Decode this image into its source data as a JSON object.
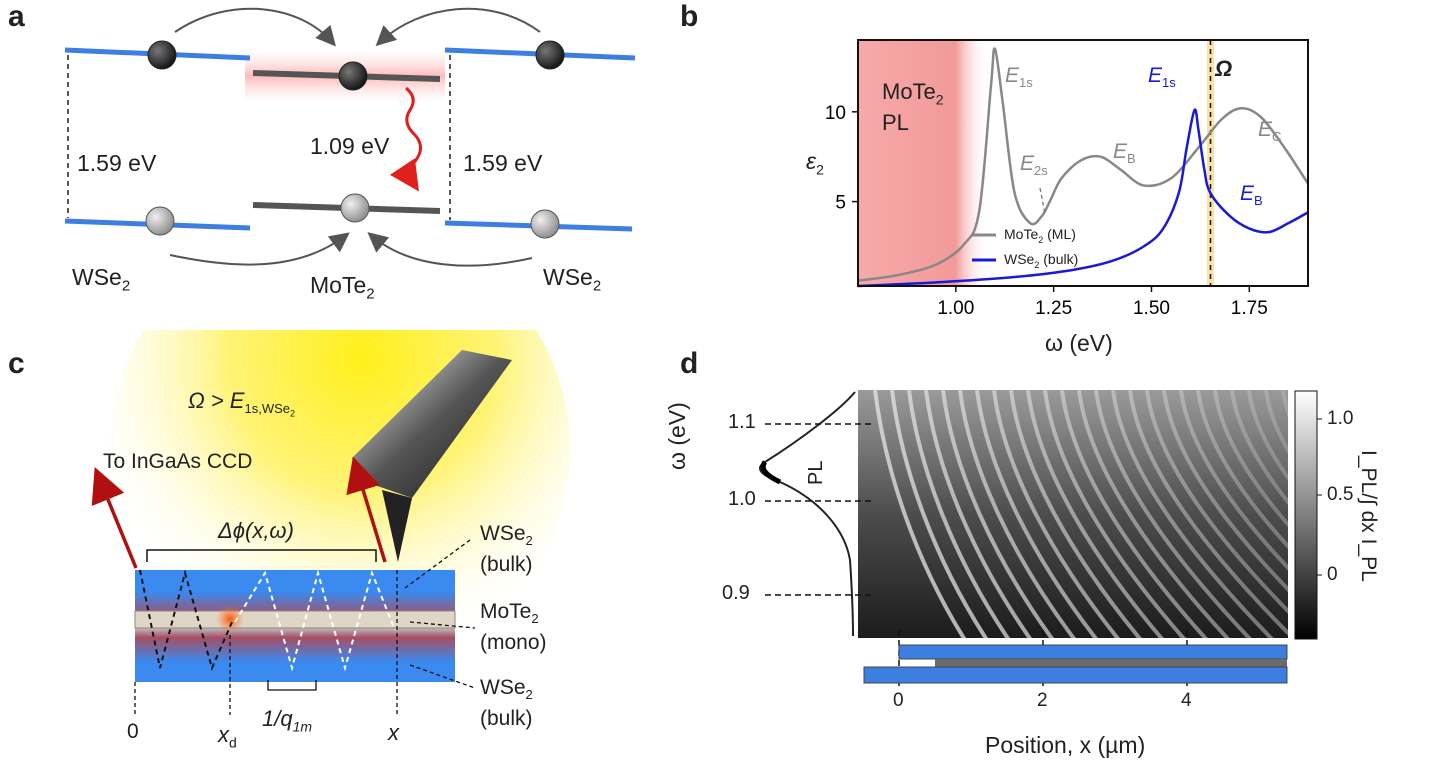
{
  "panels": {
    "a": "a",
    "b": "b",
    "c": "c",
    "d": "d"
  },
  "panel_a": {
    "left_gap": "1.59 eV",
    "center_gap": "1.09 eV",
    "right_gap": "1.59 eV",
    "left_material": "WSe",
    "left_material_sub": "2",
    "center_material": "MoTe",
    "center_material_sub": "2",
    "right_material": "WSe",
    "right_material_sub": "2",
    "colors": {
      "band_blue": "#3d7fe0",
      "band_dark": "#555555",
      "emission_red": "#e0201c"
    }
  },
  "panel_b": {
    "shade_label_1": "MoTe",
    "shade_label_1_sub": "2",
    "shade_label_2": "PL",
    "omega_label": "Ω",
    "peaks": {
      "mote2_E1s": {
        "main": "E",
        "sub": "1s"
      },
      "mote2_E2s": {
        "main": "E",
        "sub": "2s"
      },
      "mote2_EB": {
        "main": "E",
        "sub": "B"
      },
      "mote2_EC": {
        "main": "E",
        "sub": "C"
      },
      "wse2_E1s": {
        "main": "E",
        "sub": "1s"
      },
      "wse2_EB": {
        "main": "E",
        "sub": "B"
      }
    },
    "legend": [
      {
        "name_main": "MoTe",
        "name_sub": "2",
        "name_tail": " (ML)",
        "color": "#888888"
      },
      {
        "name_main": "WSe",
        "name_sub": "2",
        "name_tail": " (bulk)",
        "color": "#1a1ad6"
      }
    ],
    "ylabel_main": "ε",
    "ylabel_sub": "2",
    "xlabel": "ω (eV)",
    "xticks": [
      "1.00",
      "1.25",
      "1.50",
      "1.75"
    ],
    "yticks": [
      "5",
      "10"
    ]
  },
  "panel_c": {
    "condition_main": "Ω > E",
    "condition_sub": "1s,WSe",
    "condition_sub2": "2",
    "ccd_label": "To InGaAs CCD",
    "phase_label": "Δϕ(x,ω)",
    "layer_top": "WSe",
    "layer_top_sub": "2",
    "layer_top_tail": "(bulk)",
    "layer_mid": "MoTe",
    "layer_mid_sub": "2",
    "layer_mid_tail": "(mono)",
    "layer_bot": "WSe",
    "layer_bot_sub": "2",
    "layer_bot_tail": "(bulk)",
    "axis_origin": "0",
    "axis_xd_main": "x",
    "axis_xd_sub": "d",
    "axis_q_main": "1/q",
    "axis_q_sub": "1m",
    "axis_x": "x"
  },
  "panel_d": {
    "ylabel": "ω (eV)",
    "yticks": [
      "1.1",
      "1.0",
      "0.9"
    ],
    "pl_label": "PL",
    "xlabel": "Position, x (µm)",
    "xticks": [
      "0",
      "2",
      "4"
    ],
    "colorbar_ticks": [
      "1.0",
      "0.5",
      "0"
    ],
    "colorbar_label": "I_PL/∫ dx I_PL"
  },
  "chart_data": {
    "type": "line",
    "title": "",
    "xlabel": "ω (eV)",
    "ylabel": "ε2",
    "xlim": [
      0.75,
      1.9
    ],
    "ylim": [
      0.3,
      14
    ],
    "grid": false,
    "legend_position": "center",
    "series": [
      {
        "name": "MoTe2 (ML)",
        "x": [
          0.75,
          0.85,
          0.95,
          1.02,
          1.06,
          1.09,
          1.1,
          1.12,
          1.15,
          1.19,
          1.22,
          1.24,
          1.27,
          1.32,
          1.37,
          1.42,
          1.48,
          1.55,
          1.62,
          1.68,
          1.73,
          1.78,
          1.84,
          1.9
        ],
        "y": [
          0.6,
          0.9,
          1.5,
          2.6,
          4.5,
          11.5,
          13.5,
          10.5,
          5.5,
          3.8,
          4.2,
          5.0,
          6.3,
          7.3,
          7.5,
          6.8,
          5.9,
          6.3,
          8.0,
          9.6,
          10.2,
          9.7,
          8.0,
          6.0
        ]
      },
      {
        "name": "WSe2 (bulk)",
        "x": [
          0.75,
          0.95,
          1.15,
          1.3,
          1.4,
          1.48,
          1.53,
          1.57,
          1.59,
          1.61,
          1.62,
          1.635,
          1.65,
          1.7,
          1.75,
          1.8,
          1.85,
          1.9
        ],
        "y": [
          0.3,
          0.5,
          0.8,
          1.2,
          1.7,
          2.5,
          3.5,
          5.5,
          8.0,
          10.1,
          9.0,
          6.8,
          5.5,
          4.2,
          3.5,
          3.3,
          3.8,
          4.4
        ]
      }
    ],
    "annotations": [
      {
        "text": "Ω",
        "x": 1.64
      },
      {
        "text": "MoTe2 PL",
        "x_range": [
          0.75,
          1.08
        ]
      }
    ]
  }
}
